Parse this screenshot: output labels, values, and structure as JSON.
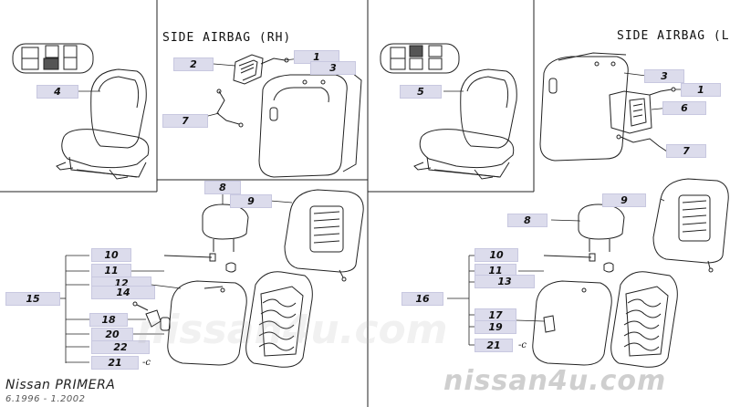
{
  "header": {
    "airbag_rh": "SIDE AIRBAG (RH)",
    "airbag_lh": "SIDE AIRBAG (LH)"
  },
  "callouts": {
    "c1_rh": "1",
    "c2_rh": "2",
    "c3_rh": "3",
    "c4": "4",
    "c7_rh": "7",
    "c5": "5",
    "c3_lh": "3",
    "c1_lh": "1",
    "c6": "6",
    "c7_lh": "7",
    "c8_rh": "8",
    "c9_rh": "9",
    "c10_rh": "10",
    "c11_rh": "11",
    "c12": "12",
    "c14": "14",
    "c15": "15",
    "c18": "18",
    "c20": "20",
    "c22": "22",
    "c21_rh": "21",
    "c9_lh": "9",
    "c8_lh": "8",
    "c10_lh": "10",
    "c11_lh": "11",
    "c13": "13",
    "c16": "16",
    "c17": "17",
    "c19": "19",
    "c21_lh": "21"
  },
  "clip_labels": {
    "rh": "-c",
    "lh": "-c"
  },
  "footer": {
    "model": "Nissan PRIMERA",
    "dates": "6.1996 - 1.2002",
    "watermark": "nissan4u.com"
  },
  "colors": {
    "callout_fill": "#dcdcec",
    "line": "#222222",
    "watermark": "#cfcfcf"
  }
}
